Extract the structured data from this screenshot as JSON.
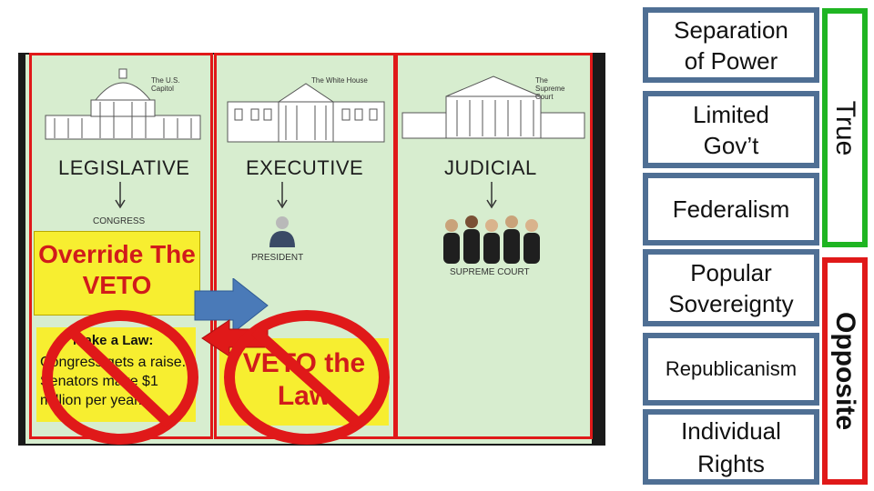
{
  "diagram": {
    "legislative": {
      "title": "LEGISLATIVE",
      "building_caption": "The U.S. Capitol",
      "member": "CONGRESS",
      "override": "Override The VETO",
      "make_law_title": "Make a Law:",
      "make_law_body": "Congress gets a raise. Senators make $1 million per year."
    },
    "executive": {
      "title": "EXECUTIVE",
      "building_caption": "The White House",
      "member": "PRESIDENT",
      "veto": "VETO the Law"
    },
    "judicial": {
      "title": "JUDICIAL",
      "building_caption": "The Supreme Court",
      "member": "SUPREME COURT"
    },
    "colors": {
      "panel_bg": "#d7edcf",
      "column_border": "#e01919",
      "highlight": "#f7ee30",
      "text_red": "#d11b1b",
      "arrow_blue": "#4a7ab8",
      "no_sign": "#e01919"
    }
  },
  "concepts": [
    {
      "id": "sep",
      "line1": "Separation",
      "line2": "of Power"
    },
    {
      "id": "lim",
      "line1": "Limited",
      "line2": "Gov’t"
    },
    {
      "id": "fed",
      "line1": "Federalism",
      "line2": ""
    },
    {
      "id": "pop",
      "line1": "Popular",
      "line2": "Sovereignty"
    },
    {
      "id": "rep",
      "line1": "Republicanism",
      "line2": ""
    },
    {
      "id": "ind",
      "line1": "Individual",
      "line2": "Rights"
    }
  ],
  "groups": {
    "true_label": "True",
    "opposite_label": "Opposite",
    "true_color": "#1fb522",
    "opposite_color": "#e01919",
    "concept_border": "#4f6f94"
  },
  "icons": [
    "capitol-icon",
    "white-house-icon",
    "supreme-court-icon",
    "president-icon",
    "justices-icon",
    "no-sign-icon",
    "arrow-right-icon",
    "arrow-left-icon",
    "down-arrow-icon"
  ]
}
